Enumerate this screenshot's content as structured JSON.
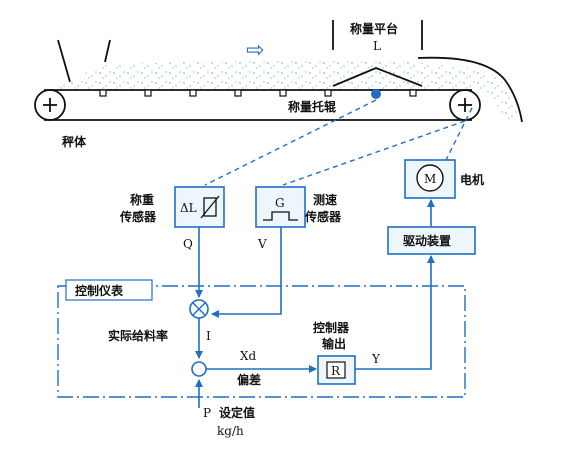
{
  "colors": {
    "line": "#1f6fc4",
    "box_fill": "#eef6fd",
    "ink": "#111111",
    "material": "#9bc3e6"
  },
  "labels": {
    "weighing_platform": "称量平台",
    "platform_symbol": "L",
    "weighing_roller": "称量托辊",
    "scale_body": "秤体",
    "weight_sensor_line1": "称重",
    "weight_sensor_line2": "传感器",
    "weight_sensor_symbol": "ΔL",
    "weight_signal": "Q",
    "speed_sensor_symbol": "G",
    "speed_sensor_line1": "测速",
    "speed_sensor_line2": "传感器",
    "speed_signal": "V",
    "motor_symbol": "M",
    "motor": "电机",
    "drive_unit": "驱动装置",
    "control_instrument": "控制仪表",
    "actual_feed_rate": "实际给料率",
    "actual_signal": "I",
    "controller_output_line1": "控制器",
    "controller_output_line2": "输出",
    "controller_symbol": "R",
    "output_signal": "Y",
    "deviation_symbol": "Xd",
    "deviation": "偏差",
    "setpoint_symbol": "P",
    "setpoint": "设定值",
    "setpoint_unit": "kg/h",
    "direction_arrow": "⇨"
  }
}
